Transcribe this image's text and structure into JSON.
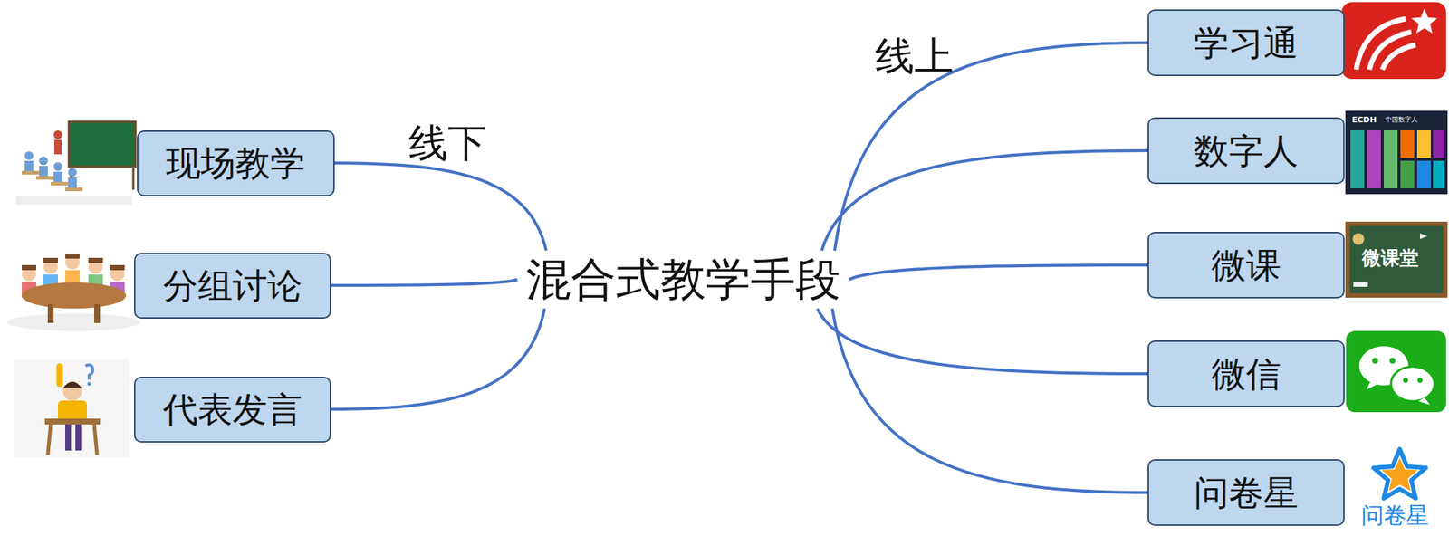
{
  "diagram": {
    "nodes": [
      {
        "text": [
          "现场教学"
        ]
      },
      {
        "text": [
          "分组讨论"
        ]
      },
      {
        "text": [
          "代表发言"
        ]
      },
      {
        "text": [
          "混合式教学手段"
        ]
      },
      {
        "text": [
          "学习通"
        ]
      },
      {
        "text": [
          "数字人"
        ]
      },
      {
        "text": [
          "微课"
        ]
      },
      {
        "text": [
          "微信"
        ]
      },
      {
        "text": [
          "问卷星"
        ]
      }
    ],
    "edges": [
      {
        "from": 3,
        "to": 0,
        "arrow": "none"
      },
      {
        "from": 3,
        "to": 1,
        "arrow": "none"
      },
      {
        "from": 3,
        "to": 2,
        "arrow": "none"
      },
      {
        "from": 3,
        "to": 4,
        "arrow": "none"
      },
      {
        "from": 3,
        "to": 5,
        "arrow": "none"
      },
      {
        "from": 3,
        "to": 6,
        "arrow": "none"
      },
      {
        "from": 3,
        "to": 7,
        "arrow": "none"
      },
      {
        "from": 3,
        "to": 8,
        "arrow": "none"
      }
    ],
    "labels": [
      "线下",
      "线上",
      "ECDH",
      "中国数字人",
      "微课堂",
      "问卷星"
    ]
  }
}
